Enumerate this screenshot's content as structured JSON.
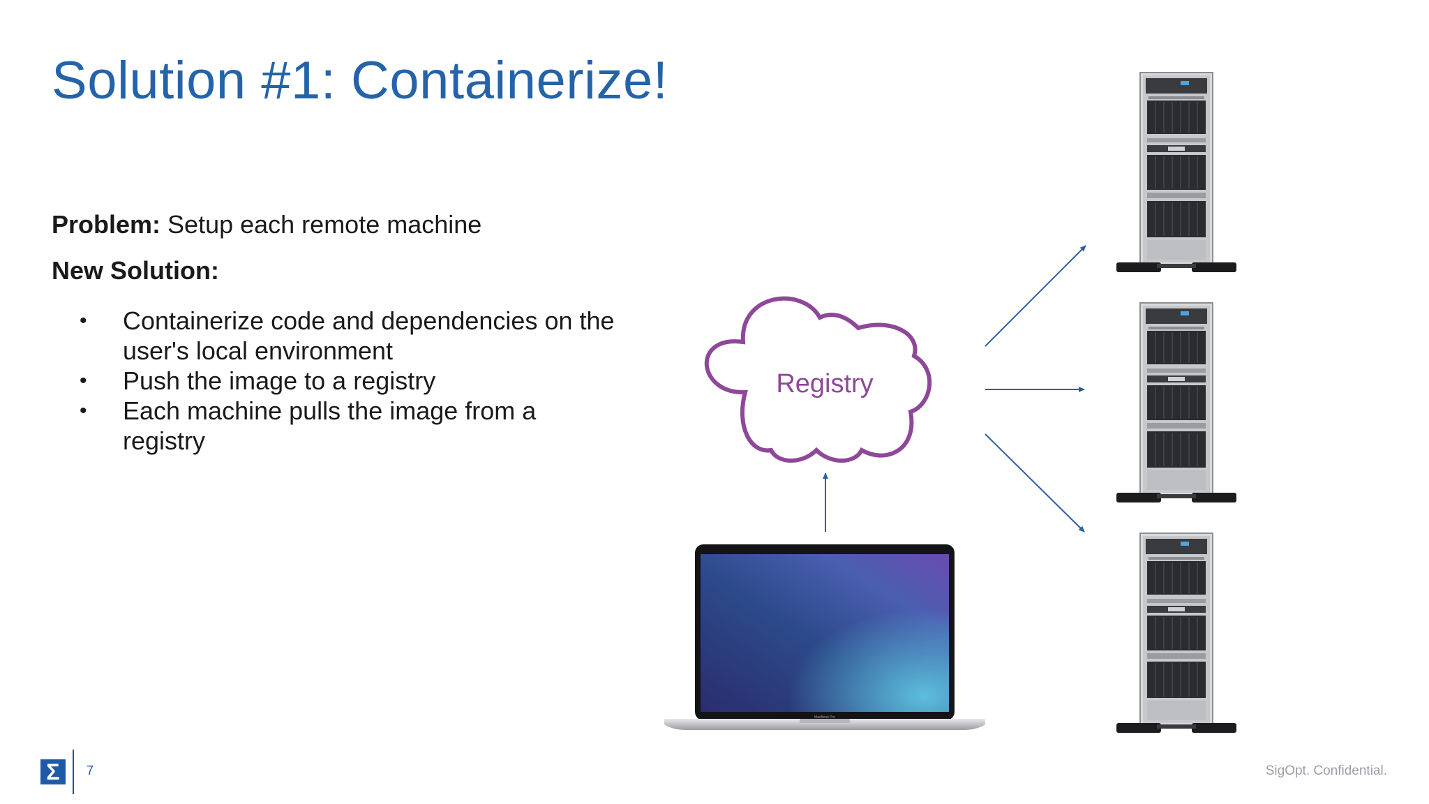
{
  "slide": {
    "title": "Solution #1: Containerize!",
    "problem_label": "Problem:",
    "problem_text": " Setup each remote machine",
    "solution_label": "New Solution:",
    "bullets": [
      "Containerize code and dependencies on the user's local environment",
      "Push the image to a registry",
      "Each machine pulls the image from a registry"
    ],
    "bullet_glyph": "•"
  },
  "diagram": {
    "cloud_label": "Registry",
    "laptop_label": "MacBook Pro",
    "cloud_color": "#8e4799",
    "arrow_color": "#2e5f9e",
    "server_count": 3
  },
  "footer": {
    "logo_glyph": "Σ",
    "page_number": "7",
    "confidential": "SigOpt. Confidential."
  },
  "colors": {
    "title": "#2563a9",
    "brand": "#1f5aa6"
  }
}
